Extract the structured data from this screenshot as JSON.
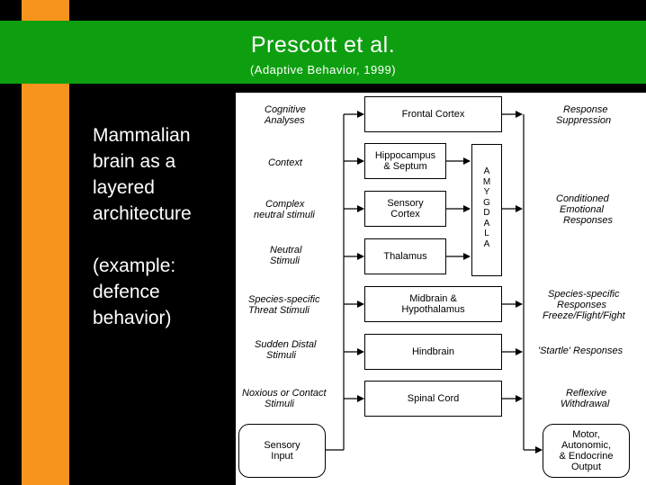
{
  "title": "Prescott et al.",
  "subtitle": "(Adaptive Behavior, 1999)",
  "left_text": {
    "line1": "Mammalian",
    "line2": "brain as a",
    "line3": "layered",
    "line4": "architecture",
    "line5": "(example:",
    "line6": "defence",
    "line7": "behavior)"
  },
  "inputs": [
    {
      "l1": "Cognitive",
      "l2": "Analyses"
    },
    {
      "l1": "Context"
    },
    {
      "l1": "Complex",
      "l2": "neutral stimuli"
    },
    {
      "l1": "Neutral",
      "l2": "Stimuli"
    },
    {
      "l1": "Species-specific",
      "l2": "Threat Stimuli"
    },
    {
      "l1": "Sudden Distal",
      "l2": "Stimuli"
    },
    {
      "l1": "Noxious or Contact",
      "l2": "Stimuli"
    }
  ],
  "layers": {
    "frontal": "Frontal Cortex",
    "hippo1": "Hippocampus",
    "hippo2": "& Septum",
    "sensory1": "Sensory",
    "sensory2": "Cortex",
    "thalamus": "Thalamus",
    "midbrain1": "Midbrain &",
    "midbrain2": "Hypothalamus",
    "hindbrain": "Hindbrain",
    "spinal": "Spinal Cord"
  },
  "amygdala": [
    "A",
    "M",
    "Y",
    "G",
    "D",
    "A",
    "L",
    "A"
  ],
  "outputs": [
    {
      "l1": "Response",
      "l2": "Suppression"
    },
    {
      "l1": "Conditioned",
      "l2": "Emotional",
      "l3": "Responses"
    },
    {
      "l1": "Species-specific",
      "l2": "Responses",
      "l3": "Freeze/Flight/Fight"
    },
    {
      "l1": "'Startle' Responses"
    },
    {
      "l1": "Reflexive",
      "l2": "Withdrawal"
    }
  ],
  "sensory_input": {
    "l1": "Sensory",
    "l2": "Input"
  },
  "motor_output": {
    "l1": "Motor,",
    "l2": "Autonomic,",
    "l3": "& Endocrine",
    "l4": "Output"
  }
}
